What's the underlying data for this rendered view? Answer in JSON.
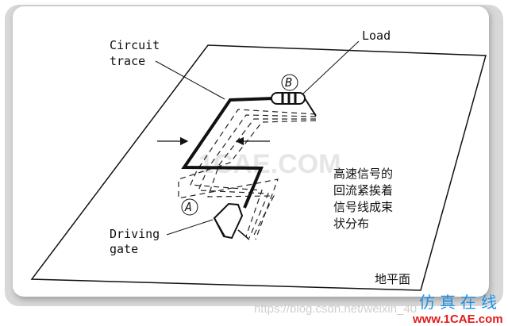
{
  "labels": {
    "circuit_trace": [
      "Circuit",
      "trace"
    ],
    "load": "Load",
    "driving_gate": [
      "Driving",
      "gate"
    ],
    "point_a": "A",
    "point_b": "B",
    "ground_plane": "地平面",
    "description": [
      "高速信号的",
      "回流紧挨着",
      "信号线成束",
      "状分布"
    ]
  },
  "watermark": {
    "center": "1CAE.COM",
    "url": "https://blog.csdn.net/weixin_40",
    "logo_cn": "仿真在线",
    "logo_url": "www.1CAE.com"
  },
  "colors": {
    "logo_blue": "#1e90e8",
    "logo_red": "#e31b1b",
    "trace": "#111111"
  }
}
